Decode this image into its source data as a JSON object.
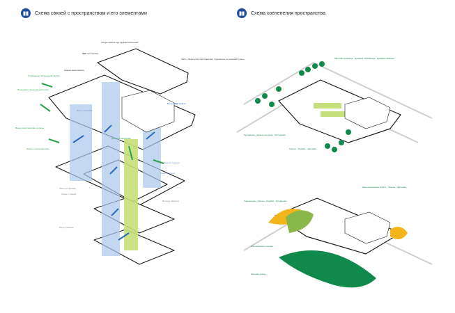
{
  "left_panel": {
    "title": "Схема связей с пространством и его элементами",
    "icon": "book-icon",
    "labels": {
      "roof_label": "Общее кровля над фудкортом/сценой",
      "hvac_label": "ВДБ постоянной",
      "hall_label": "Здание вместимость",
      "right_note": "Часть общих улиц пространства, отделённое от основной улицы",
      "left_green_1": "Соединение пешеходной ярусов",
      "left_green_2": "Площадка с внешним доступом",
      "left_green_3": "Вход в пространство и улицы",
      "left_green_4": "Связь с пространством",
      "center_green": "Доступ к магазинам",
      "mid_left": "Вход в магазины",
      "mid_right": "Вход в ВДБ кровли",
      "lower_right_1": "Вход на террасу",
      "lower_right_2": "Связь уровней",
      "lower_left_1": "Зона ресторанов",
      "lower_left_2": "Связь с улицей",
      "bottom_right": "Выход к паркингу",
      "bottom_left": "Вход в паркинг"
    }
  },
  "right_panel": {
    "title": "Схема озеленения пространства",
    "icon": "book-icon",
    "top_legend_1": "Массивы деревьев · Деревья лиственные · Деревья хвойные",
    "top_legend_2": "Кустарники · Живые изгороди · Кустарники",
    "top_legend_3": "Газоны · Клумбы · Цветники",
    "bottom_legend_1": "Озеленение · Газоны · Клумбы · Кустарники",
    "bottom_legend_2": "Зона озеленения кровли · Газоны · Цветники",
    "bottom_legend_3": "Озеленённая площадь",
    "bottom_legend_4": "Зеленая улица"
  },
  "colors": {
    "accent": "#1f4e9c",
    "green_dark": "#0f8a4a",
    "green_light": "#c5df7a",
    "blue_light": "#a9c8ec",
    "orange": "#f2b51b"
  }
}
